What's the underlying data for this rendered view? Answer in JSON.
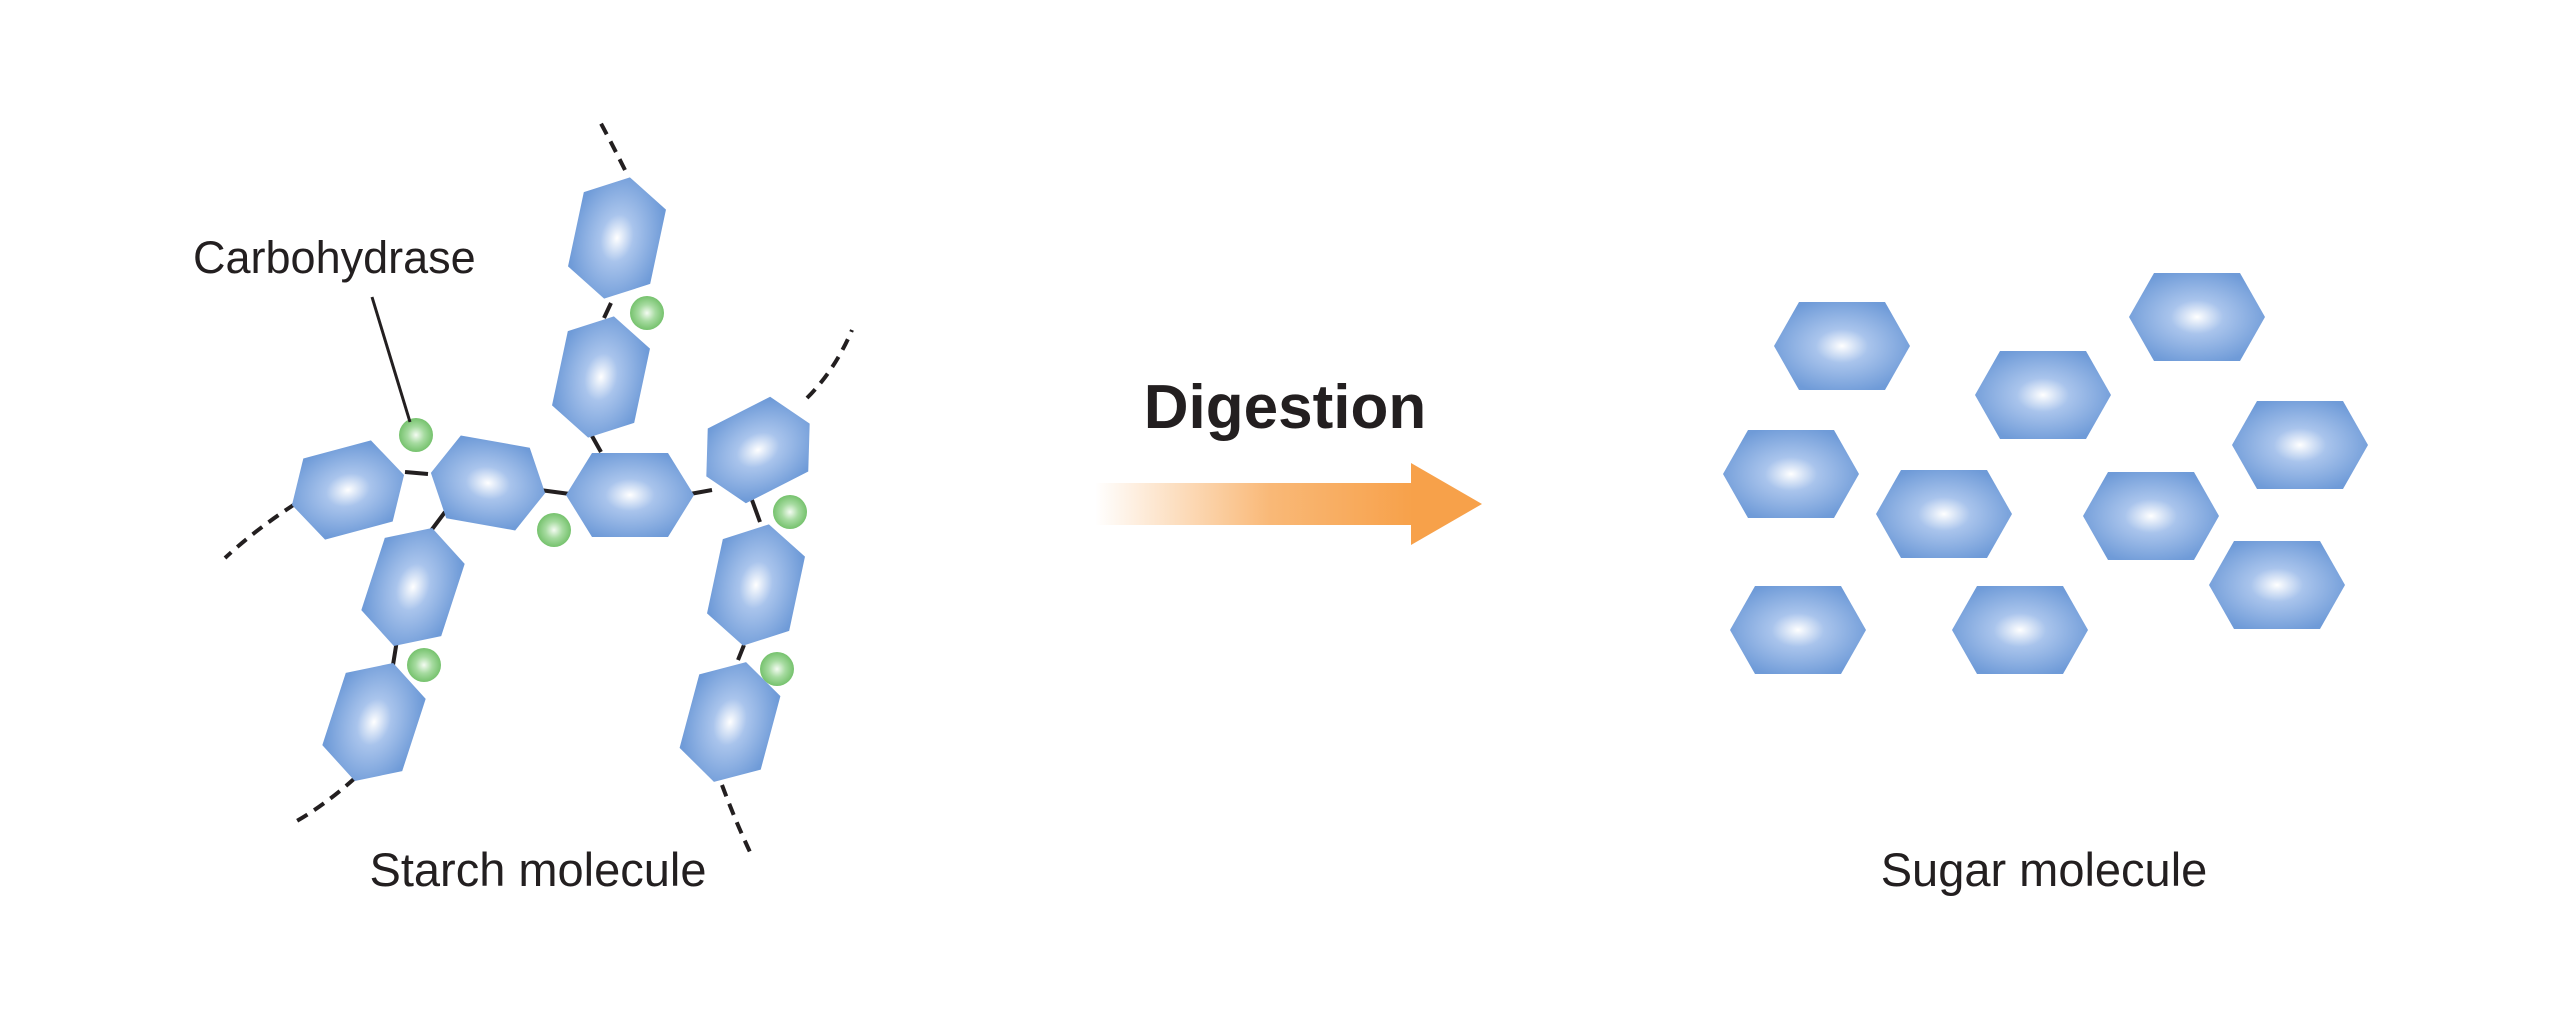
{
  "labels": {
    "enzyme": "Carbohydrase",
    "process": "Digestion",
    "starch": "Starch molecule",
    "sugar": "Sugar molecule"
  },
  "colors": {
    "hexagon": "#6f9bd8",
    "hexagon_highlight": "#ffffff",
    "enzyme": "#7cc576",
    "arrow": "#f7a14a",
    "bond": "#231f20"
  }
}
